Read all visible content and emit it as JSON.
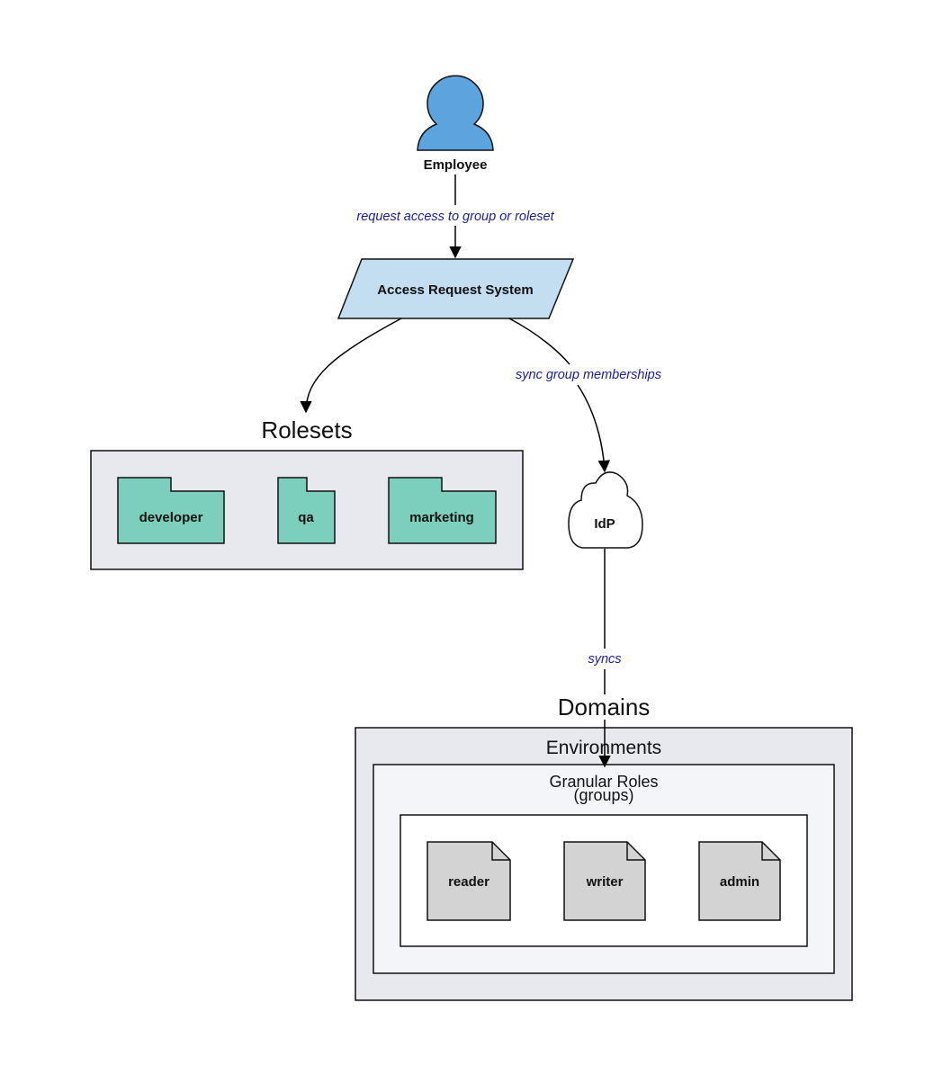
{
  "colors": {
    "person": "#5ba4dd",
    "access_system": "#c3ddf1",
    "roleset_folder": "#7dcfbd",
    "group_container": "#e8e9ee",
    "inner_container": "#f4f5f9",
    "doc": "#d3d3d3",
    "edge_label": "#1a1aa6"
  },
  "nodes": {
    "employee": {
      "label": "Employee",
      "icon": "person-icon"
    },
    "access_request": {
      "label": "Access Request System",
      "shape": "parallelogram"
    },
    "idp": {
      "label": "IdP",
      "shape": "cloud"
    }
  },
  "rolesets": {
    "title": "Rolesets",
    "items": [
      {
        "label": "developer",
        "icon": "folder-icon"
      },
      {
        "label": "qa",
        "icon": "folder-icon"
      },
      {
        "label": "marketing",
        "icon": "folder-icon"
      }
    ]
  },
  "domains": {
    "title": "Domains",
    "environments_title": "Environments",
    "granular_title": "Granular Roles",
    "granular_subtitle": "(groups)",
    "roles": [
      {
        "label": "reader",
        "icon": "document-icon"
      },
      {
        "label": "writer",
        "icon": "document-icon"
      },
      {
        "label": "admin",
        "icon": "document-icon"
      }
    ]
  },
  "edges": {
    "employee_to_access": "request access to group or roleset",
    "access_to_idp": "sync group memberships",
    "idp_to_roles": "syncs"
  }
}
